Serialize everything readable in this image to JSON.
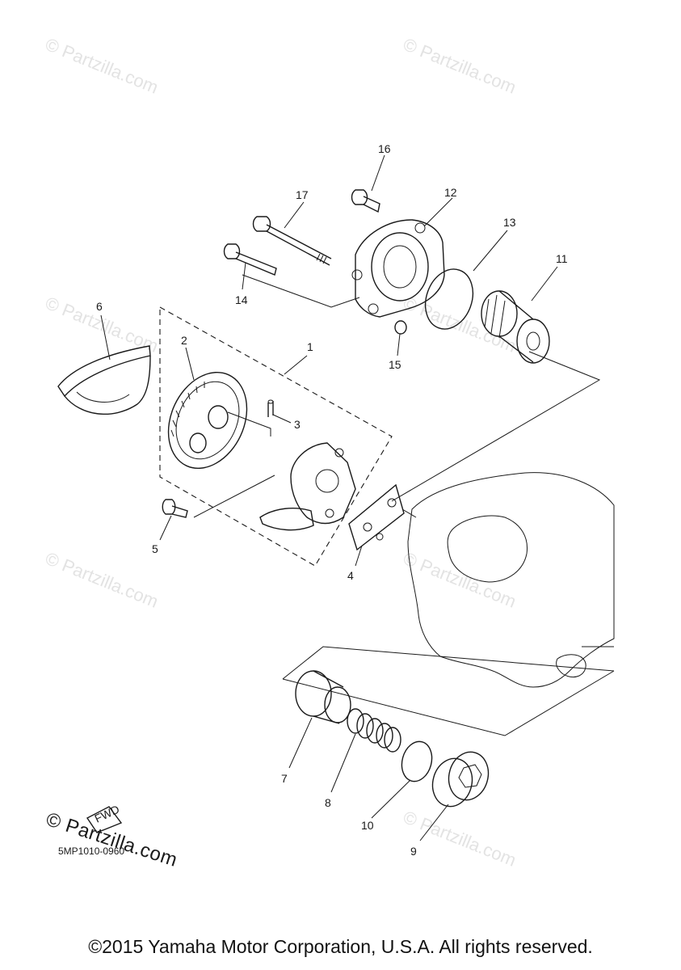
{
  "watermark_text": "© Partzilla.com",
  "parts": [
    {
      "number": "1"
    },
    {
      "number": "2"
    },
    {
      "number": "3"
    },
    {
      "number": "4"
    },
    {
      "number": "5"
    },
    {
      "number": "6"
    },
    {
      "number": "7"
    },
    {
      "number": "8"
    },
    {
      "number": "9"
    },
    {
      "number": "10"
    },
    {
      "number": "11"
    },
    {
      "number": "12"
    },
    {
      "number": "13"
    },
    {
      "number": "14"
    },
    {
      "number": "15"
    },
    {
      "number": "16"
    },
    {
      "number": "17"
    }
  ],
  "fwd_marker": "FWD",
  "diagram_code": "5MP1010-0960",
  "corner_logo": "© Partzilla.com",
  "copyright": "©2015 Yamaha Motor Corporation, U.S.A. All rights reserved."
}
